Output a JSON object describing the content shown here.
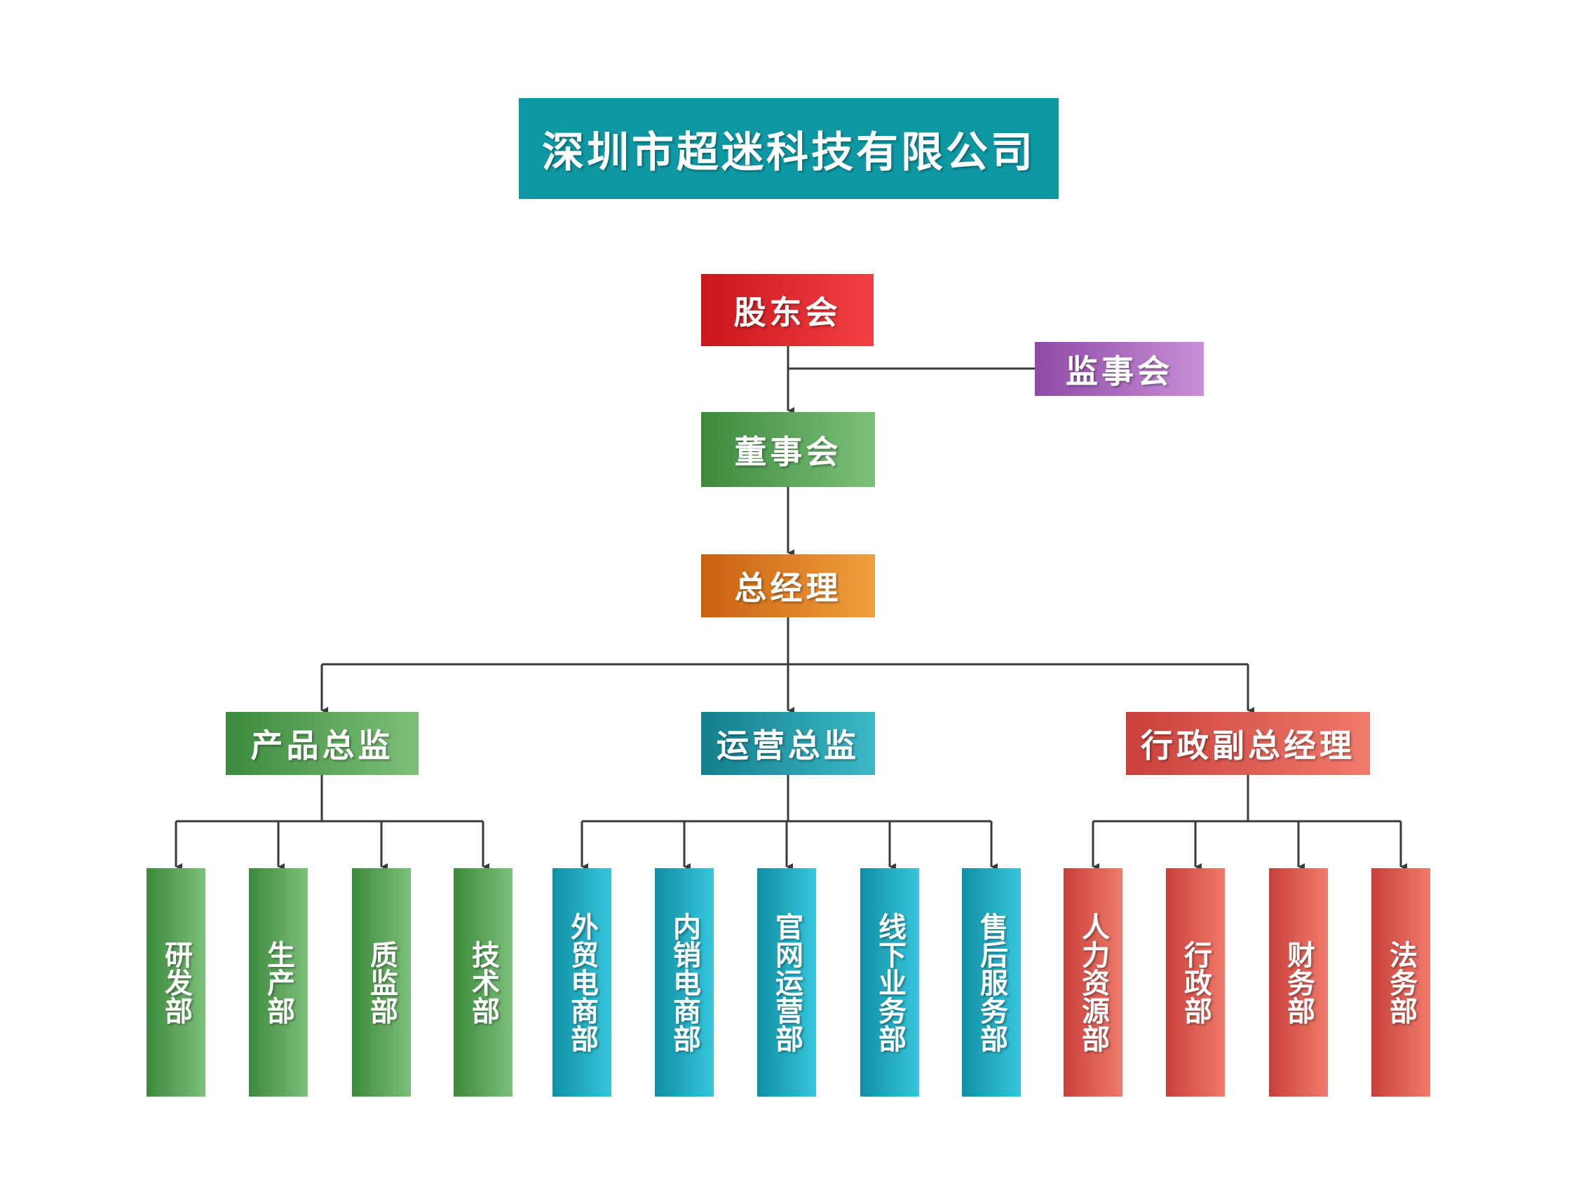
{
  "company_title": "深圳市超迷科技有限公司",
  "nodes": {
    "shareholders": "股东会",
    "supervisors": "监事会",
    "board": "董事会",
    "general_manager": "总经理",
    "product_director": "产品总监",
    "operations_director": "运营总监",
    "admin_deputy_gm": "行政副总经理"
  },
  "departments": {
    "product": [
      "研发部",
      "生产部",
      "质监部",
      "技术部"
    ],
    "operations": [
      "外贸电商部",
      "内销电商部",
      "官网运营部",
      "线下业务部",
      "售后服务部"
    ],
    "admin": [
      "人力资源部",
      "行政部",
      "财务部",
      "法务部"
    ]
  },
  "colors": {
    "title": "#0e98a3",
    "shareholders": "#e0262b",
    "supervisors": "#b06ec4",
    "board": "#5aa95a",
    "general_manager": "#e07d22",
    "product": "#5aa95a",
    "operations": "#23a9bd",
    "admin": "#e0574f",
    "connector": "#3a3a3a"
  }
}
